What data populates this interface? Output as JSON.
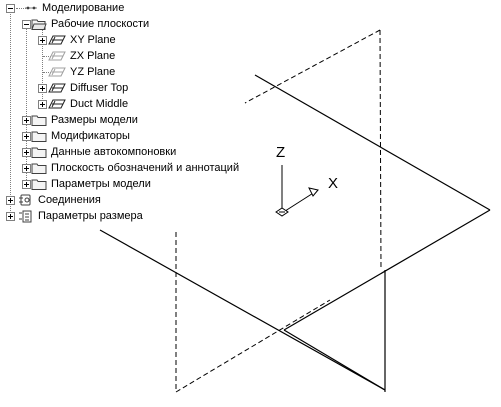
{
  "tree": {
    "root": {
      "label": "Моделирование",
      "expanded": true
    },
    "work_planes": {
      "label": "Рабочие плоскости",
      "expanded": true,
      "items": [
        {
          "label": "XY Plane",
          "expandable": true,
          "icon": "plane-icon"
        },
        {
          "label": "ZX Plane",
          "expandable": false,
          "icon": "plane-icon-faded"
        },
        {
          "label": "YZ Plane",
          "expandable": false,
          "icon": "plane-icon-faded"
        },
        {
          "label": "Diffuser Top",
          "expandable": true,
          "icon": "plane-icon"
        },
        {
          "label": "Duct Middle",
          "expandable": true,
          "icon": "plane-icon"
        }
      ]
    },
    "folders": [
      {
        "label": "Размеры модели"
      },
      {
        "label": "Модификаторы"
      },
      {
        "label": "Данные автокомпоновки"
      },
      {
        "label": "Плоскость обозначений и аннотаций"
      },
      {
        "label": "Параметры модели"
      }
    ],
    "connections": {
      "label": "Соединения",
      "icon": "connections-icon"
    },
    "dimension_params": {
      "label": "Параметры размера",
      "icon": "dimension-params-icon"
    }
  },
  "viewport": {
    "axis_z_label": "Z",
    "axis_x_label": "X",
    "line_color": "#000000"
  }
}
